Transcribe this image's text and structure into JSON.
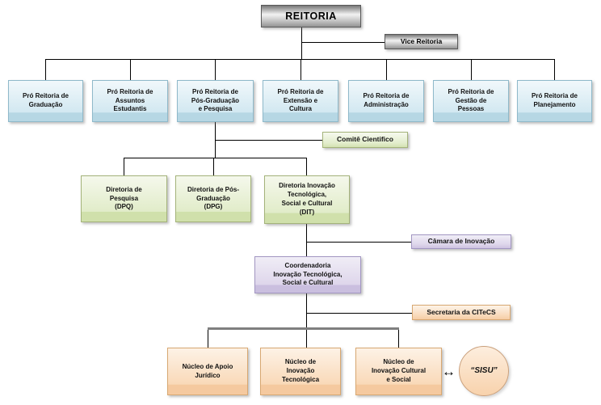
{
  "diagram": {
    "type": "org-chart",
    "root_label": "REITORIA"
  },
  "palette": {
    "metal_dark": "#777777",
    "metal_light": "#f2f2f2",
    "blue_fill": "#d2e8f1",
    "blue_border": "#8fb9ca",
    "green_fill": "#e1ecc9",
    "green_border": "#a4b37a",
    "lavender_fill": "#ded6eb",
    "lavender_border": "#a296c2",
    "orange_fill": "#f9d9b8",
    "orange_border": "#d8a872",
    "connector_black": "#000000",
    "connector_gray": "#7f7f7f"
  },
  "nodes": {
    "reitoria": {
      "label": "REITORIA"
    },
    "vice_reitoria": {
      "label": "Vice Reitoria"
    },
    "pro_graduacao": {
      "label": "Pró Reitoria de\nGraduação"
    },
    "pro_assuntos_estudantis": {
      "label": "Pró Reitoria de\nAssuntos\nEstudantis"
    },
    "pro_pos_graduacao_pesquisa": {
      "label": "Pró Reitoria de\nPós-Graduação\ne Pesquisa"
    },
    "pro_extensao_cultura": {
      "label": "Pró Reitoria de\nExtensão e\nCultura"
    },
    "pro_administracao": {
      "label": "Pró Reitoria de\nAdministração"
    },
    "pro_gestao_pessoas": {
      "label": "Pró Reitoria de\nGestão de\nPessoas"
    },
    "pro_planejamento": {
      "label": "Pró Reitoria de\nPlanejamento"
    },
    "comite_cientifico": {
      "label": "Comitê Cientifico"
    },
    "diretoria_pesquisa": {
      "label": "Diretoria de\nPesquisa\n(DPQ)"
    },
    "diretoria_pos_graduacao": {
      "label": "Diretoria de Pós-\nGraduação\n(DPG)"
    },
    "diretoria_inovacao": {
      "label": "Diretoria Inovação\nTecnológica,\nSocial e Cultural\n(DIT)"
    },
    "camara_inovacao": {
      "label": "Câmara de Inovação"
    },
    "coordenadoria": {
      "label": "Coordenadoria\nInovação Tecnológica,\nSocial e Cultural"
    },
    "secretaria_citecs": {
      "label": "Secretaria da CITeCS"
    },
    "nucleo_apoio_juridico": {
      "label": "Núcleo de Apoio\nJurídico"
    },
    "nucleo_inovacao_tecnologica": {
      "label": "Núcleo de\nInovação\nTecnológica"
    },
    "nucleo_inovacao_cultural": {
      "label": "Núcleo de\nInovação Cultural\ne Social"
    },
    "sisu": {
      "label": "“SISU”"
    }
  },
  "icons": {
    "double_arrow": "↔"
  }
}
